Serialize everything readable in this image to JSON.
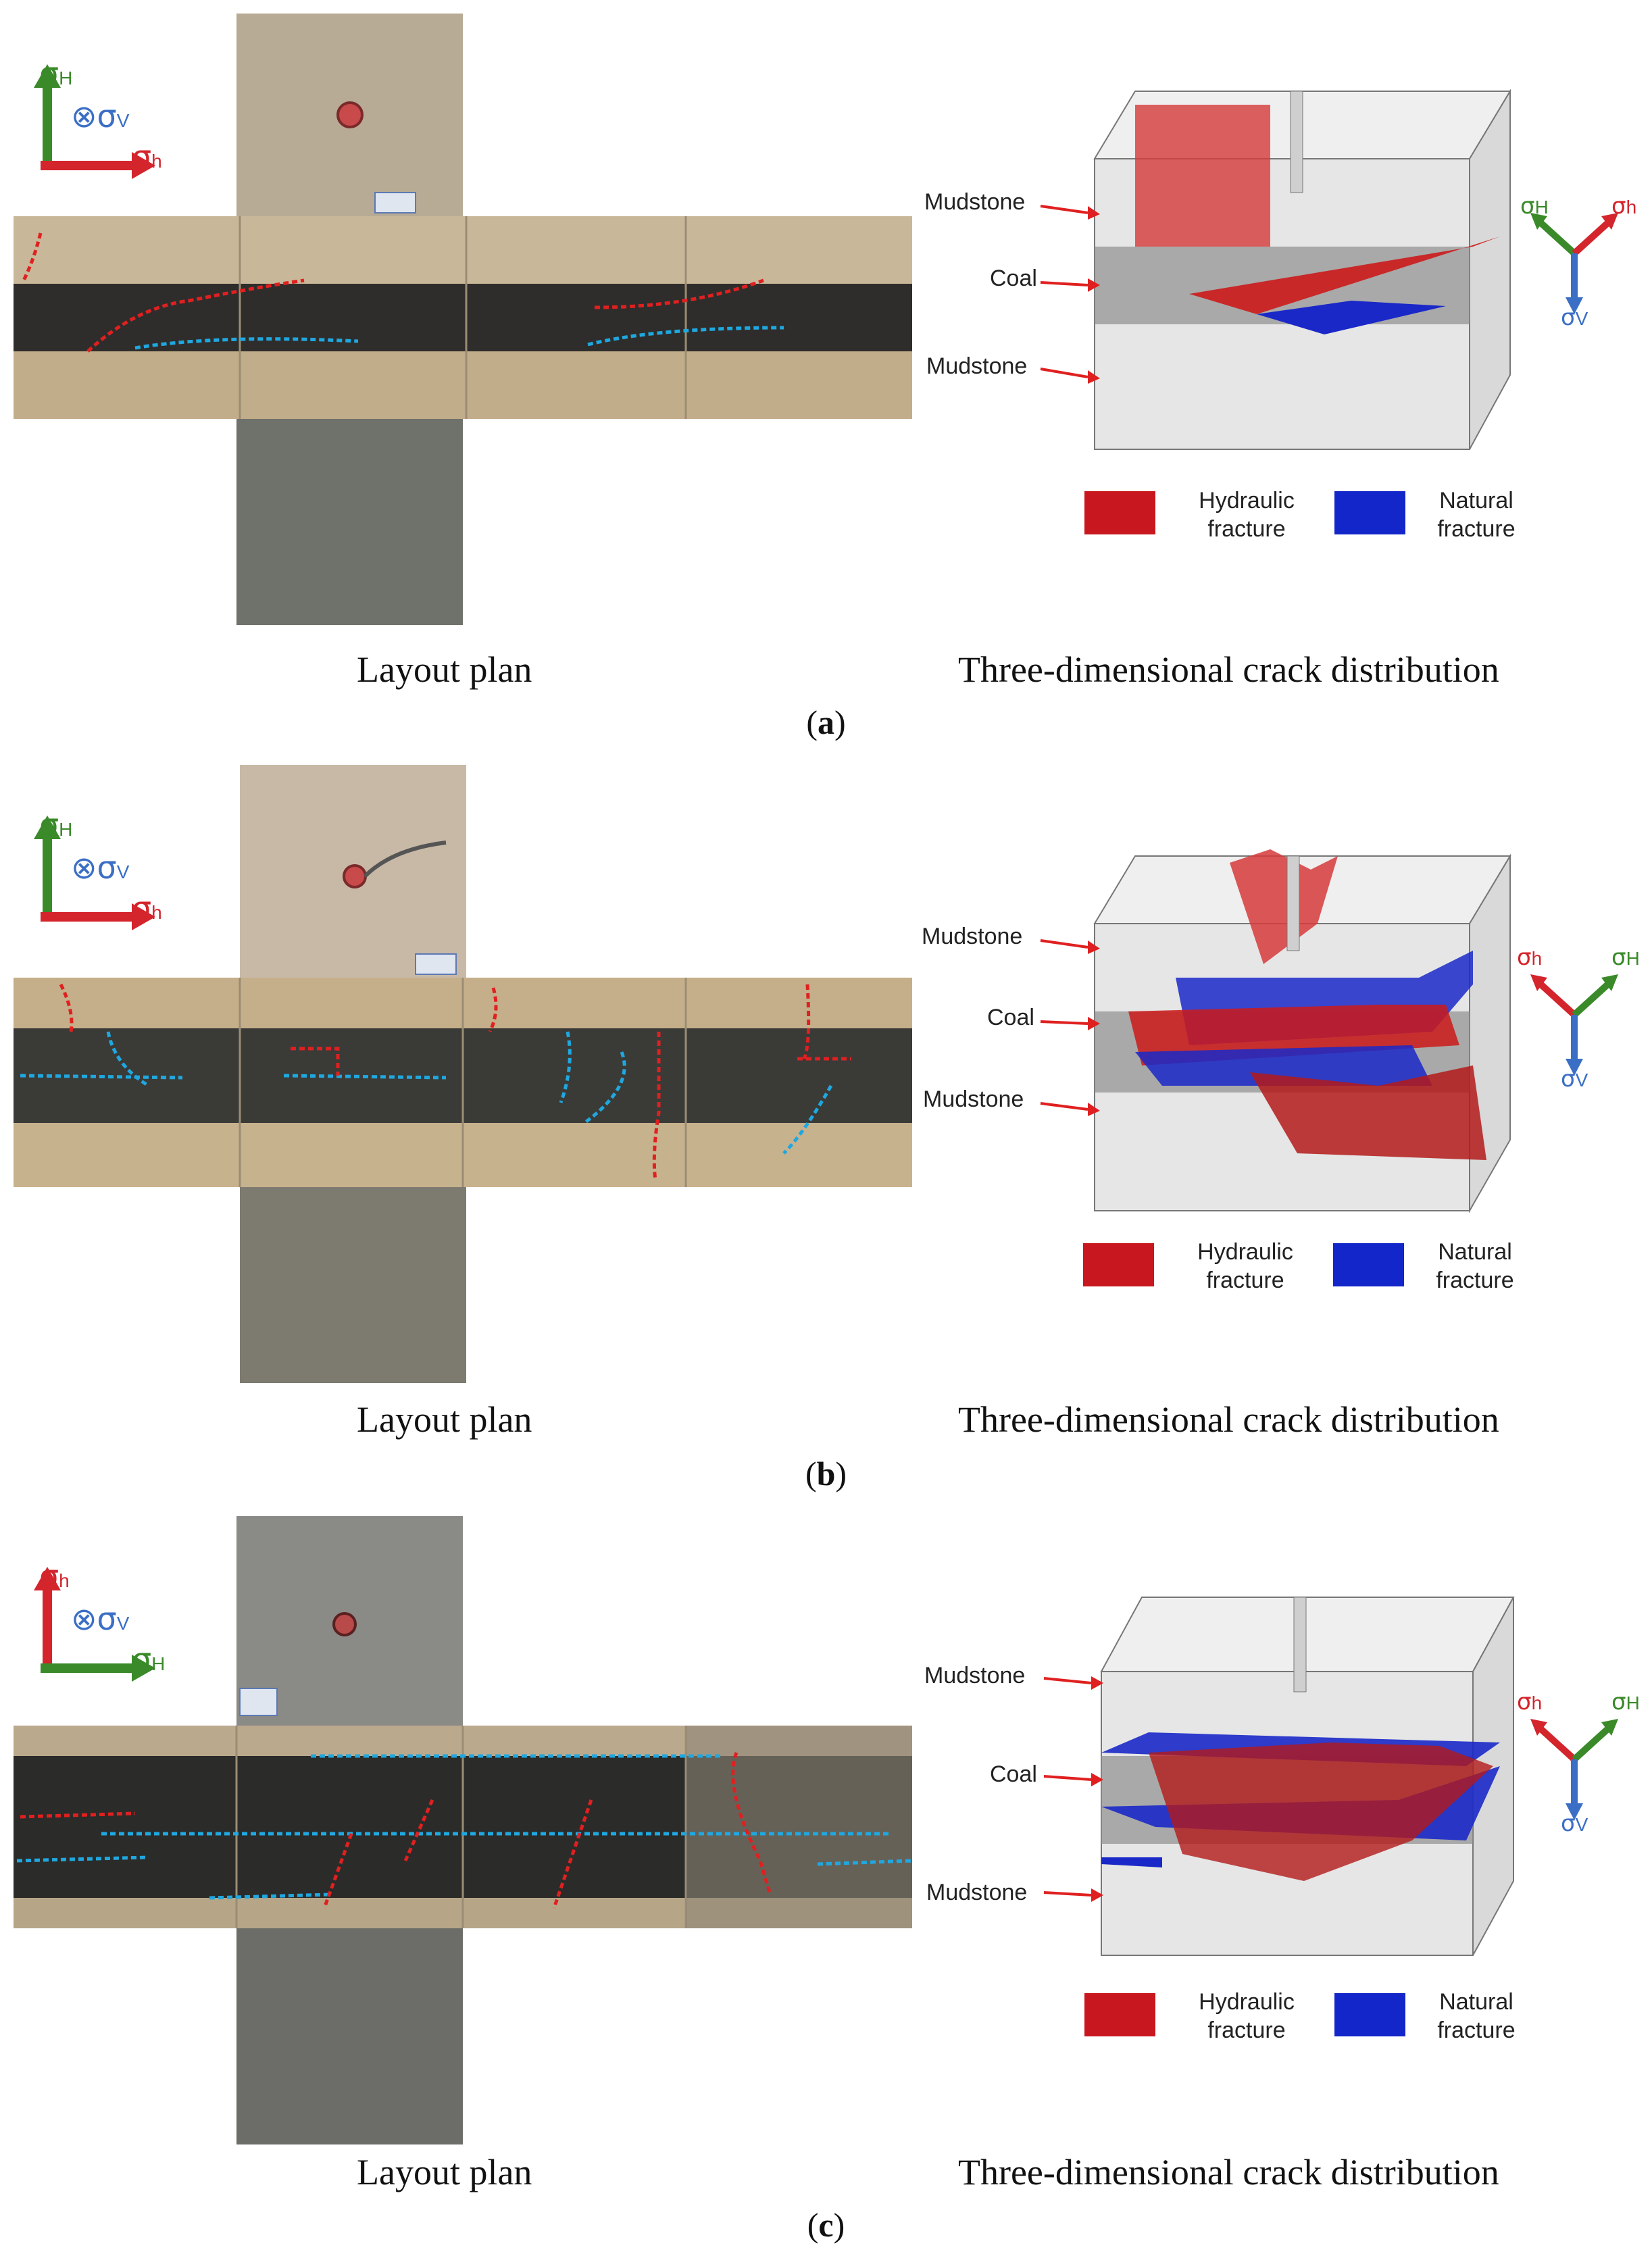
{
  "colors": {
    "hydraulic": "#c8171e",
    "natural": "#1326c9",
    "sigma_h_max": "#3a8a2a",
    "sigma_h_min": "#d4242c",
    "sigma_v": "#3b6fc6"
  },
  "captions": {
    "layout": "Layout plan",
    "crack3d": "Three-dimensional crack distribution"
  },
  "layers": {
    "top": "Mudstone",
    "middle": "Coal",
    "bottom": "Mudstone"
  },
  "legend": {
    "hydraulic_line1": "Hydraulic",
    "hydraulic_line2": "fracture",
    "natural_line1": "Natural",
    "natural_line2": "fracture"
  },
  "stress": {
    "sigma": "σ",
    "H": "H",
    "h": "h",
    "V": "V",
    "out_of_plane": "⊗"
  },
  "panels": [
    {
      "letter": "a",
      "up_axis": "H",
      "right_axis": "h"
    },
    {
      "letter": "b",
      "up_axis": "H",
      "right_axis": "h"
    },
    {
      "letter": "c",
      "up_axis": "h",
      "right_axis": "H"
    }
  ]
}
